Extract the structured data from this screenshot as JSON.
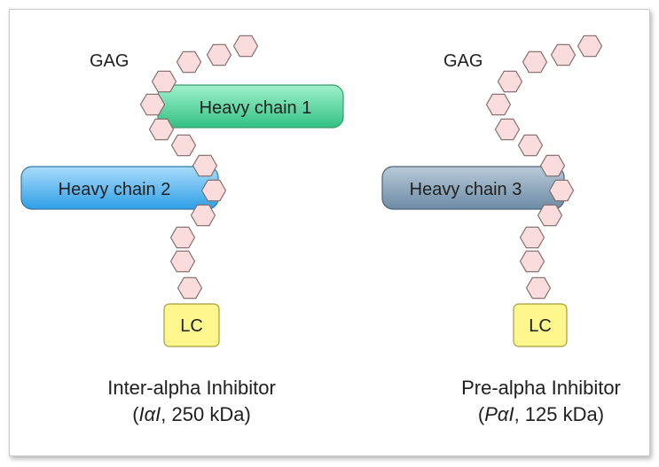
{
  "molecules": [
    {
      "id": "iai",
      "gag_label": "GAG",
      "heavy_chains": [
        {
          "label": "Heavy chain 1",
          "color_top": "#9ff0cb",
          "color_bottom": "#32c184"
        },
        {
          "label": "Heavy chain 2",
          "color_top": "#a9dcfb",
          "color_bottom": "#2f9fe6"
        }
      ],
      "light_chain_label": "LC",
      "light_chain_color": "#fdf78e",
      "caption_name": "Inter-alpha Inhibitor",
      "caption_abbrev": "IαI",
      "caption_mass": ", 250 kDa)",
      "caption_open": "("
    },
    {
      "id": "pai",
      "gag_label": "GAG",
      "heavy_chains": [
        {
          "label": "Heavy chain 3",
          "color_top": "#b8cad8",
          "color_bottom": "#6c8ba4"
        }
      ],
      "light_chain_label": "LC",
      "light_chain_color": "#fdf78e",
      "caption_name": "Pre-alpha Inhibitor",
      "caption_abbrev": "PαI",
      "caption_mass": ", 125 kDa)",
      "caption_open": "("
    }
  ],
  "colors": {
    "hexagon_fill": "#fbdcdc",
    "hexagon_stroke": "#7d6767",
    "frame_border": "#c8c8c8"
  }
}
